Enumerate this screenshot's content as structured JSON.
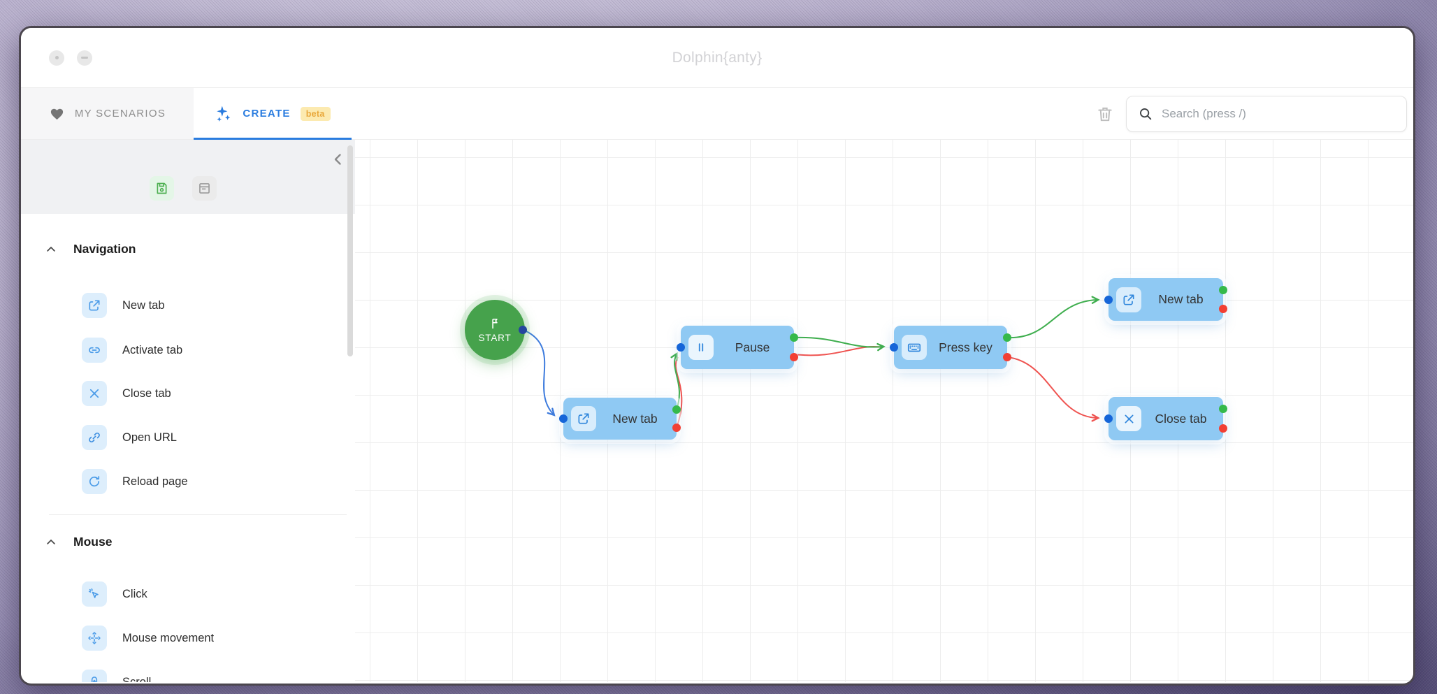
{
  "window": {
    "title": "Dolphin{anty}"
  },
  "tabs": {
    "my_scenarios_label": "MY SCENARIOS",
    "create_label": "CREATE",
    "beta_badge": "beta"
  },
  "toolbar": {
    "search_placeholder": "Search (press /)"
  },
  "sidebar": {
    "sections": [
      {
        "title": "Navigation",
        "items": [
          {
            "label": "New tab",
            "icon": "new-tab-icon"
          },
          {
            "label": "Activate tab",
            "icon": "activate-tab-icon"
          },
          {
            "label": "Close tab",
            "icon": "close-tab-icon"
          },
          {
            "label": "Open URL",
            "icon": "open-url-icon"
          },
          {
            "label": "Reload page",
            "icon": "reload-page-icon"
          }
        ]
      },
      {
        "title": "Mouse",
        "items": [
          {
            "label": "Click",
            "icon": "click-icon"
          },
          {
            "label": "Mouse movement",
            "icon": "mouse-movement-icon"
          },
          {
            "label": "Scroll",
            "icon": "scroll-icon"
          }
        ]
      }
    ]
  },
  "canvas": {
    "start_node": {
      "label": "START",
      "icon": "flag-icon"
    },
    "nodes": [
      {
        "label": "New tab",
        "icon": "new-tab-icon"
      },
      {
        "label": "Pause",
        "icon": "pause-icon"
      },
      {
        "label": "Press key",
        "icon": "keyboard-icon"
      },
      {
        "label": "New tab",
        "icon": "new-tab-icon"
      },
      {
        "label": "Close tab",
        "icon": "close-tab-icon"
      }
    ],
    "edges": [
      {
        "from": "start",
        "to": "new-tab-1",
        "status": "default",
        "color": "#3d7bdd"
      },
      {
        "from": "new-tab-1",
        "to": "pause",
        "status": "success",
        "color": "#3fae4e"
      },
      {
        "from": "new-tab-1",
        "to": "pause",
        "status": "error",
        "color": "#ef5350"
      },
      {
        "from": "pause",
        "to": "press-key",
        "status": "success",
        "color": "#3fae4e"
      },
      {
        "from": "pause",
        "to": "press-key",
        "status": "error",
        "color": "#ef5350"
      },
      {
        "from": "press-key",
        "to": "new-tab-2",
        "status": "success",
        "color": "#3fae4e"
      },
      {
        "from": "press-key",
        "to": "close-tab",
        "status": "error",
        "color": "#ef5350"
      }
    ]
  },
  "colors": {
    "accent_blue": "#2a7cdf",
    "node_fill": "#8fc9f3",
    "start_green": "#46a24c",
    "port_input": "#1565d8",
    "port_success": "#35b94a",
    "port_error": "#f23f33",
    "beta_bg": "#fceab0",
    "beta_text": "#e9a83b"
  }
}
